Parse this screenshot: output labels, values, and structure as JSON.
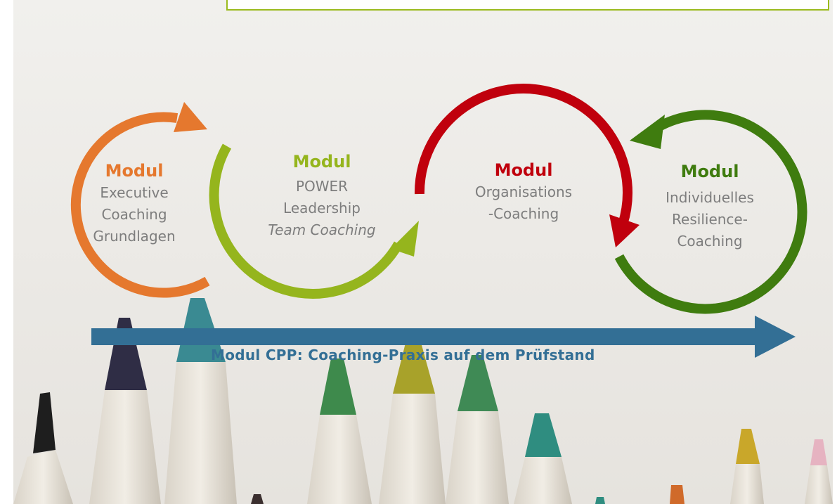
{
  "colors": {
    "orange": "#e5782e",
    "lime": "#95b51d",
    "red": "#c0000d",
    "green": "#3f7c0f",
    "blue": "#336f95",
    "text_gray": "#7d7d7d",
    "box_border": "#9bbb1e"
  },
  "modules": [
    {
      "heading": "Modul",
      "line1": "Executive",
      "line2": "Coaching",
      "line3": "Grundlagen"
    },
    {
      "heading": "Modul",
      "line1": "POWER",
      "line2": "Leadership",
      "line3": "Team Coaching"
    },
    {
      "heading": "Modul",
      "line1": "Organisations",
      "line2": "-Coaching"
    },
    {
      "heading": "Modul",
      "line1": "Individuelles",
      "line2": "Resilience-",
      "line3": "Coaching"
    }
  ],
  "cpp_label": "Modul CPP: Coaching-Praxis auf dem Prüfstand"
}
